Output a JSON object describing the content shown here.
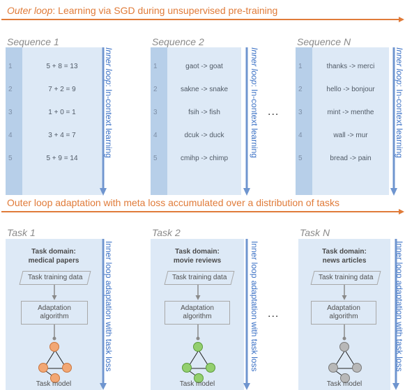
{
  "banner_top": {
    "lead": "Outer loop",
    "rest": ": Learning via SGD during unsupervised pre-training"
  },
  "sequences": [
    {
      "title": "Sequence 1",
      "rows": [
        {
          "n": "1",
          "text": "5 + 8 = 13"
        },
        {
          "n": "2",
          "text": "7 + 2 = 9"
        },
        {
          "n": "3",
          "text": "1 + 0 = 1"
        },
        {
          "n": "4",
          "text": "3 + 4 = 7"
        },
        {
          "n": "5",
          "text": "5 + 9 = 14"
        }
      ]
    },
    {
      "title": "Sequence 2",
      "rows": [
        {
          "n": "1",
          "text": "gaot -> goat"
        },
        {
          "n": "2",
          "text": "sakne -> snake"
        },
        {
          "n": "3",
          "text": "fsih -> fish"
        },
        {
          "n": "4",
          "text": "dcuk -> duck"
        },
        {
          "n": "5",
          "text": "cmihp -> chimp"
        }
      ]
    },
    {
      "title": "Sequence N",
      "rows": [
        {
          "n": "1",
          "text": "thanks -> merci"
        },
        {
          "n": "2",
          "text": "hello -> bonjour"
        },
        {
          "n": "3",
          "text": "mint -> menthe"
        },
        {
          "n": "4",
          "text": "wall -> mur"
        },
        {
          "n": "5",
          "text": "bread -> pain"
        }
      ]
    }
  ],
  "inner_loop_label": {
    "lead": "Inner loop",
    "rest": ": In-context learning"
  },
  "ellipsis": "...",
  "banner_bottom": "Outer loop adaptation with meta loss accumulated over a distribution of tasks",
  "tasks": [
    {
      "title": "Task 1",
      "domain_line1": "Task domain:",
      "domain_line2": "medical papers",
      "node_color": "#f2a774",
      "node_stroke": "#c9763f"
    },
    {
      "title": "Task 2",
      "domain_line1": "Task domain:",
      "domain_line2": "movie reviews",
      "node_color": "#93cf6e",
      "node_stroke": "#5b9a3c"
    },
    {
      "title": "Task N",
      "domain_line1": "Task domain:",
      "domain_line2": "news articles",
      "node_color": "#b8b8b8",
      "node_stroke": "#7a7a7a"
    }
  ],
  "task_training_data": "Task training data",
  "adaptation_line1": "Adaptation",
  "adaptation_line2": "algorithm",
  "task_model": "Task model",
  "task_inner_label": "Inner loop adaptation with task loss",
  "colors": {
    "accent_orange": "#e07b39",
    "accent_blue": "#3b71c5",
    "panel": "#dde9f6",
    "panel_index": "#b7cfe9"
  }
}
